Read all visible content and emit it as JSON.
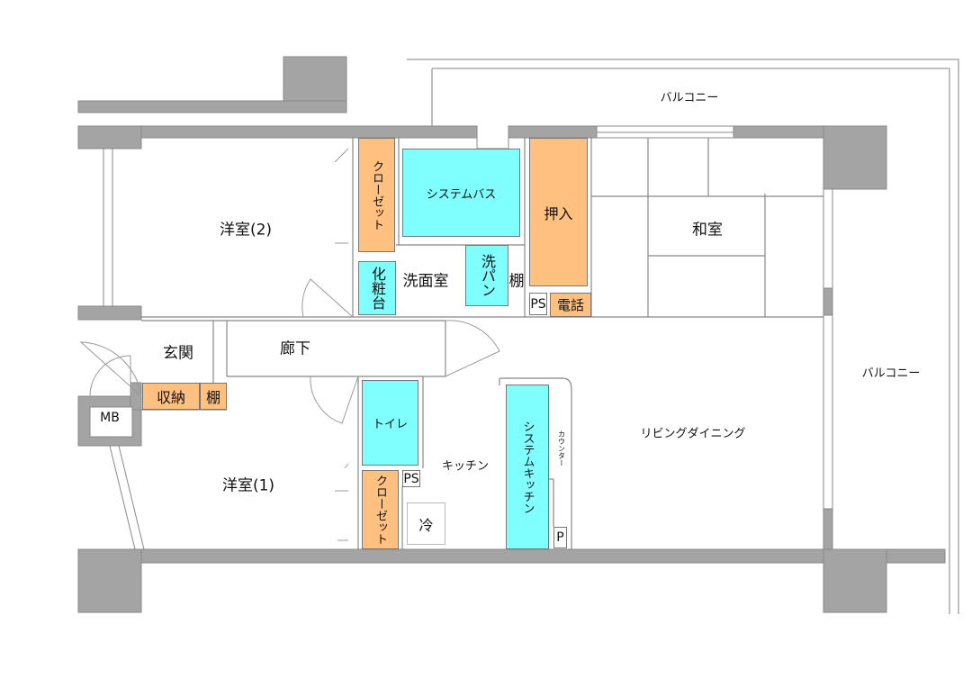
{
  "colors": {
    "wall": "#a4a4a4",
    "wet_area": "#80ffff",
    "storage": "#ffc080",
    "line": "#888888"
  },
  "rooms": {
    "western_room_2": "洋室(2)",
    "western_room_1": "洋室(1)",
    "japanese_room": "和室",
    "entrance": "玄関",
    "hallway": "廊下",
    "washroom": "洗面室",
    "kitchen": "キッチン",
    "living_dining": "リビングダイニング",
    "balcony_top": "バルコニー",
    "balcony_right": "バルコニー"
  },
  "fixtures": {
    "closet_top": "クローゼット",
    "closet_bottom": "クローゼット",
    "system_bath": "システムバス",
    "oshiire": "押入",
    "ps_top": "PS",
    "phone": "電話",
    "vanity": "化粧台",
    "washer_pan": "洗パン",
    "shelf_wash": "棚",
    "storage": "収納",
    "shelf_entry": "棚",
    "mb": "MB",
    "toilet": "トイレ",
    "ps_bottom": "PS",
    "fridge": "冷",
    "system_kitchen": "システムキッチン",
    "counter": "カウンター",
    "p": "P"
  }
}
